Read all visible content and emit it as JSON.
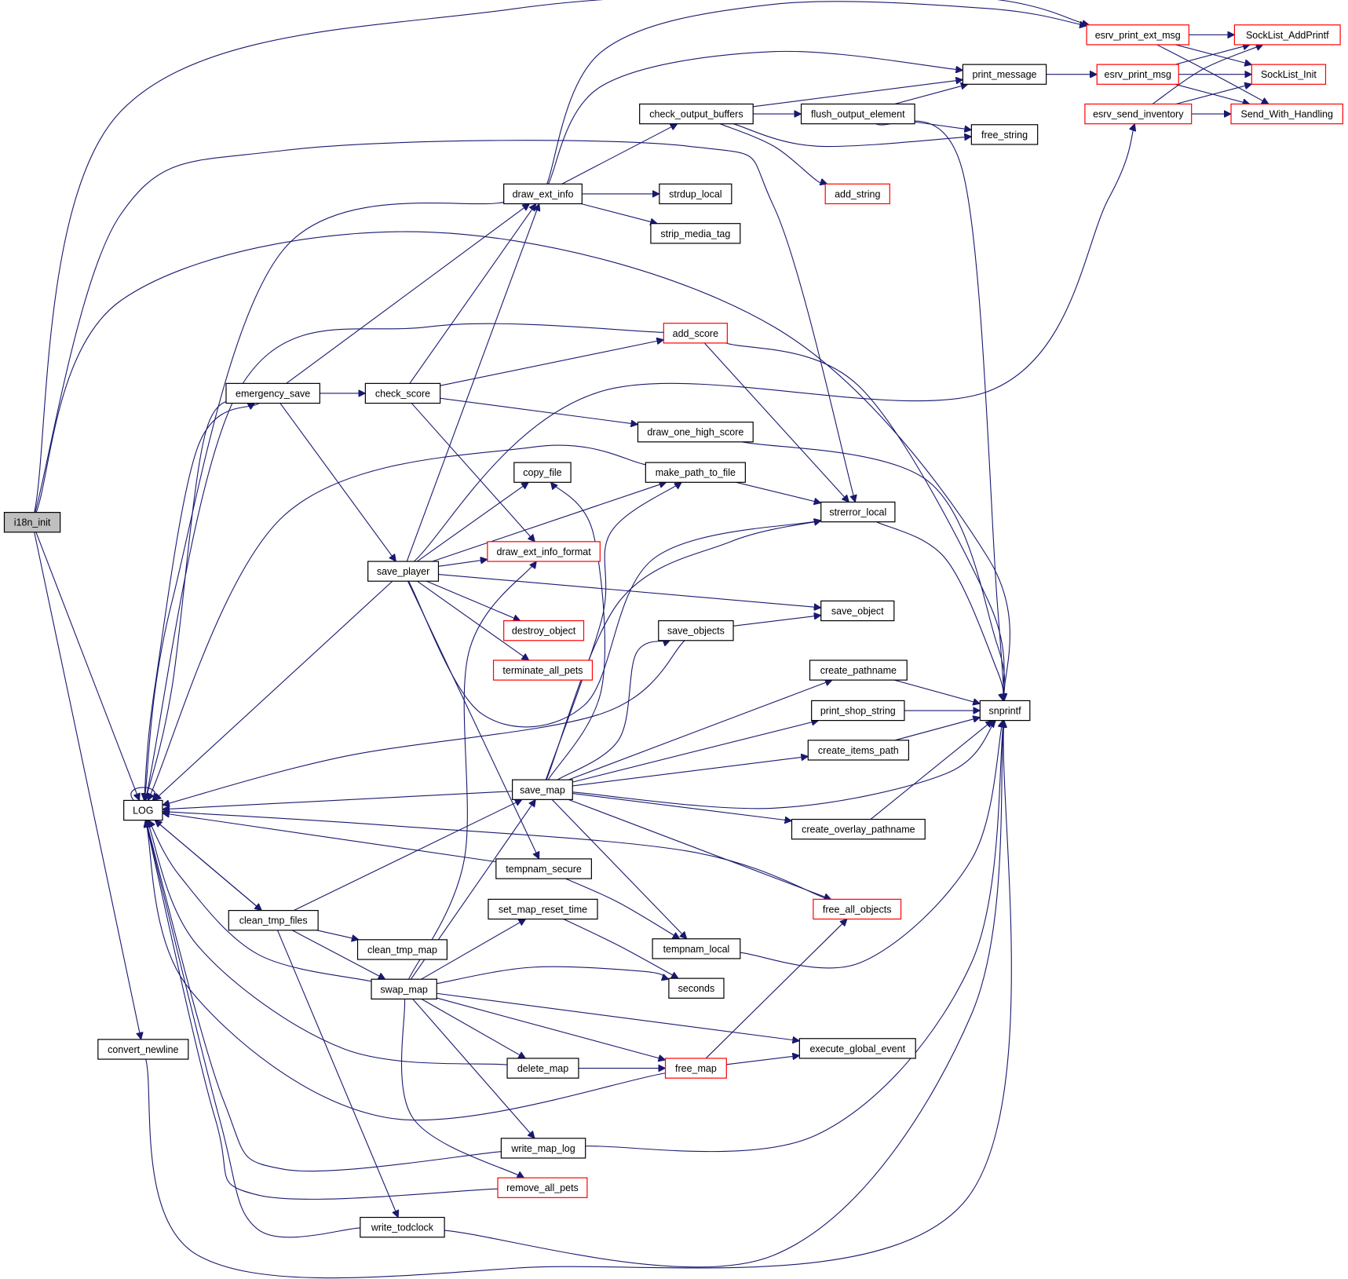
{
  "diagram": {
    "type": "call-graph",
    "root": "i18n_init",
    "colors": {
      "edge": "#191970",
      "node_border": "#000000",
      "external_border": "#ff0000",
      "root_fill": "#bfbfbf",
      "node_fill": "#ffffff"
    },
    "nodes": [
      {
        "id": "i18n_init",
        "label": "i18n_init",
        "kind": "root"
      },
      {
        "id": "LOG",
        "label": "LOG",
        "kind": "normal"
      },
      {
        "id": "convert_newline",
        "label": "convert_newline",
        "kind": "normal"
      },
      {
        "id": "emergency_save",
        "label": "emergency_save",
        "kind": "normal"
      },
      {
        "id": "check_score",
        "label": "check_score",
        "kind": "normal"
      },
      {
        "id": "save_player",
        "label": "save_player",
        "kind": "normal"
      },
      {
        "id": "clean_tmp_files",
        "label": "clean_tmp_files",
        "kind": "normal"
      },
      {
        "id": "clean_tmp_map",
        "label": "clean_tmp_map",
        "kind": "normal"
      },
      {
        "id": "swap_map",
        "label": "swap_map",
        "kind": "normal"
      },
      {
        "id": "write_todclock",
        "label": "write_todclock",
        "kind": "normal"
      },
      {
        "id": "draw_ext_info",
        "label": "draw_ext_info",
        "kind": "normal"
      },
      {
        "id": "strdup_local",
        "label": "strdup_local",
        "kind": "normal"
      },
      {
        "id": "strip_media_tag",
        "label": "strip_media_tag",
        "kind": "normal"
      },
      {
        "id": "check_output_buffers",
        "label": "check_output_buffers",
        "kind": "normal"
      },
      {
        "id": "flush_output_element",
        "label": "flush_output_element",
        "kind": "normal"
      },
      {
        "id": "print_message",
        "label": "print_message",
        "kind": "normal"
      },
      {
        "id": "free_string",
        "label": "free_string",
        "kind": "normal"
      },
      {
        "id": "add_string",
        "label": "add_string",
        "kind": "external"
      },
      {
        "id": "esrv_print_ext_msg",
        "label": "esrv_print_ext_msg",
        "kind": "external"
      },
      {
        "id": "esrv_print_msg",
        "label": "esrv_print_msg",
        "kind": "external"
      },
      {
        "id": "esrv_send_inventory",
        "label": "esrv_send_inventory",
        "kind": "external"
      },
      {
        "id": "SockList_AddPrintf",
        "label": "SockList_AddPrintf",
        "kind": "external"
      },
      {
        "id": "SockList_Init",
        "label": "SockList_Init",
        "kind": "external"
      },
      {
        "id": "Send_With_Handling",
        "label": "Send_With_Handling",
        "kind": "external"
      },
      {
        "id": "add_score",
        "label": "add_score",
        "kind": "external"
      },
      {
        "id": "draw_one_high_score",
        "label": "draw_one_high_score",
        "kind": "normal"
      },
      {
        "id": "copy_file",
        "label": "copy_file",
        "kind": "normal"
      },
      {
        "id": "make_path_to_file",
        "label": "make_path_to_file",
        "kind": "normal"
      },
      {
        "id": "strerror_local",
        "label": "strerror_local",
        "kind": "normal"
      },
      {
        "id": "draw_ext_info_format",
        "label": "draw_ext_info_format",
        "kind": "external"
      },
      {
        "id": "destroy_object",
        "label": "destroy_object",
        "kind": "external"
      },
      {
        "id": "terminate_all_pets",
        "label": "terminate_all_pets",
        "kind": "external"
      },
      {
        "id": "save_object",
        "label": "save_object",
        "kind": "normal"
      },
      {
        "id": "save_objects",
        "label": "save_objects",
        "kind": "normal"
      },
      {
        "id": "create_pathname",
        "label": "create_pathname",
        "kind": "normal"
      },
      {
        "id": "print_shop_string",
        "label": "print_shop_string",
        "kind": "normal"
      },
      {
        "id": "create_items_path",
        "label": "create_items_path",
        "kind": "normal"
      },
      {
        "id": "snprintf",
        "label": "snprintf",
        "kind": "normal"
      },
      {
        "id": "save_map",
        "label": "save_map",
        "kind": "normal"
      },
      {
        "id": "create_overlay_pathname",
        "label": "create_overlay_pathname",
        "kind": "normal"
      },
      {
        "id": "tempnam_secure",
        "label": "tempnam_secure",
        "kind": "normal"
      },
      {
        "id": "free_all_objects",
        "label": "free_all_objects",
        "kind": "external"
      },
      {
        "id": "set_map_reset_time",
        "label": "set_map_reset_time",
        "kind": "normal"
      },
      {
        "id": "tempnam_local",
        "label": "tempnam_local",
        "kind": "normal"
      },
      {
        "id": "seconds",
        "label": "seconds",
        "kind": "normal"
      },
      {
        "id": "execute_global_event",
        "label": "execute_global_event",
        "kind": "normal"
      },
      {
        "id": "delete_map",
        "label": "delete_map",
        "kind": "normal"
      },
      {
        "id": "free_map",
        "label": "free_map",
        "kind": "external"
      },
      {
        "id": "write_map_log",
        "label": "write_map_log",
        "kind": "normal"
      },
      {
        "id": "remove_all_pets",
        "label": "remove_all_pets",
        "kind": "external"
      }
    ],
    "edges": [
      [
        "i18n_init",
        "esrv_print_ext_msg"
      ],
      [
        "i18n_init",
        "strerror_local"
      ],
      [
        "i18n_init",
        "LOG"
      ],
      [
        "i18n_init",
        "convert_newline"
      ],
      [
        "i18n_init",
        "snprintf"
      ],
      [
        "LOG",
        "LOG"
      ],
      [
        "LOG",
        "emergency_save"
      ],
      [
        "LOG",
        "clean_tmp_files"
      ],
      [
        "convert_newline",
        "snprintf"
      ],
      [
        "emergency_save",
        "check_score"
      ],
      [
        "emergency_save",
        "save_player"
      ],
      [
        "emergency_save",
        "draw_ext_info"
      ],
      [
        "emergency_save",
        "LOG"
      ],
      [
        "check_score",
        "add_score"
      ],
      [
        "check_score",
        "draw_one_high_score"
      ],
      [
        "check_score",
        "draw_ext_info"
      ],
      [
        "check_score",
        "draw_ext_info_format"
      ],
      [
        "draw_ext_info",
        "print_message"
      ],
      [
        "draw_ext_info",
        "esrv_print_ext_msg"
      ],
      [
        "draw_ext_info",
        "check_output_buffers"
      ],
      [
        "draw_ext_info",
        "strdup_local"
      ],
      [
        "draw_ext_info",
        "strip_media_tag"
      ],
      [
        "draw_ext_info",
        "LOG"
      ],
      [
        "check_output_buffers",
        "print_message"
      ],
      [
        "check_output_buffers",
        "flush_output_element"
      ],
      [
        "check_output_buffers",
        "free_string"
      ],
      [
        "check_output_buffers",
        "add_string"
      ],
      [
        "flush_output_element",
        "print_message"
      ],
      [
        "flush_output_element",
        "free_string"
      ],
      [
        "flush_output_element",
        "snprintf"
      ],
      [
        "print_message",
        "esrv_print_msg"
      ],
      [
        "esrv_print_ext_msg",
        "SockList_AddPrintf"
      ],
      [
        "esrv_print_ext_msg",
        "SockList_Init"
      ],
      [
        "esrv_print_ext_msg",
        "Send_With_Handling"
      ],
      [
        "esrv_print_msg",
        "SockList_AddPrintf"
      ],
      [
        "esrv_print_msg",
        "SockList_Init"
      ],
      [
        "esrv_print_msg",
        "Send_With_Handling"
      ],
      [
        "esrv_send_inventory",
        "SockList_AddPrintf"
      ],
      [
        "esrv_send_inventory",
        "SockList_Init"
      ],
      [
        "esrv_send_inventory",
        "Send_With_Handling"
      ],
      [
        "add_score",
        "LOG"
      ],
      [
        "add_score",
        "strerror_local"
      ],
      [
        "add_score",
        "snprintf"
      ],
      [
        "draw_one_high_score",
        "snprintf"
      ],
      [
        "save_player",
        "draw_ext_info"
      ],
      [
        "save_player",
        "copy_file"
      ],
      [
        "save_player",
        "make_path_to_file"
      ],
      [
        "save_player",
        "draw_ext_info_format"
      ],
      [
        "save_player",
        "destroy_object"
      ],
      [
        "save_player",
        "terminate_all_pets"
      ],
      [
        "save_player",
        "save_object"
      ],
      [
        "save_player",
        "esrv_send_inventory"
      ],
      [
        "save_player",
        "strerror_local"
      ],
      [
        "save_player",
        "tempnam_secure"
      ],
      [
        "save_player",
        "LOG"
      ],
      [
        "make_path_to_file",
        "strerror_local"
      ],
      [
        "make_path_to_file",
        "LOG"
      ],
      [
        "strerror_local",
        "snprintf"
      ],
      [
        "save_objects",
        "save_object"
      ],
      [
        "save_objects",
        "LOG"
      ],
      [
        "create_pathname",
        "snprintf"
      ],
      [
        "print_shop_string",
        "snprintf"
      ],
      [
        "create_items_path",
        "snprintf"
      ],
      [
        "create_overlay_pathname",
        "snprintf"
      ],
      [
        "save_map",
        "LOG"
      ],
      [
        "save_map",
        "create_pathname"
      ],
      [
        "save_map",
        "print_shop_string"
      ],
      [
        "save_map",
        "create_items_path"
      ],
      [
        "save_map",
        "snprintf"
      ],
      [
        "save_map",
        "create_overlay_pathname"
      ],
      [
        "save_map",
        "free_all_objects"
      ],
      [
        "save_map",
        "tempnam_local"
      ],
      [
        "save_map",
        "save_objects"
      ],
      [
        "save_map",
        "make_path_to_file"
      ],
      [
        "save_map",
        "strerror_local"
      ],
      [
        "save_map",
        "copy_file"
      ],
      [
        "free_all_objects",
        "LOG"
      ],
      [
        "tempnam_secure",
        "LOG"
      ],
      [
        "tempnam_secure",
        "tempnam_local"
      ],
      [
        "tempnam_local",
        "snprintf"
      ],
      [
        "set_map_reset_time",
        "seconds"
      ],
      [
        "clean_tmp_files",
        "LOG"
      ],
      [
        "clean_tmp_files",
        "save_map"
      ],
      [
        "clean_tmp_files",
        "clean_tmp_map"
      ],
      [
        "clean_tmp_files",
        "swap_map"
      ],
      [
        "clean_tmp_files",
        "write_todclock"
      ],
      [
        "swap_map",
        "LOG"
      ],
      [
        "swap_map",
        "save_map"
      ],
      [
        "swap_map",
        "set_map_reset_time"
      ],
      [
        "swap_map",
        "seconds"
      ],
      [
        "swap_map",
        "execute_global_event"
      ],
      [
        "swap_map",
        "delete_map"
      ],
      [
        "swap_map",
        "free_map"
      ],
      [
        "swap_map",
        "write_map_log"
      ],
      [
        "swap_map",
        "remove_all_pets"
      ],
      [
        "swap_map",
        "draw_ext_info_format"
      ],
      [
        "delete_map",
        "free_map"
      ],
      [
        "delete_map",
        "LOG"
      ],
      [
        "free_map",
        "free_all_objects"
      ],
      [
        "free_map",
        "execute_global_event"
      ],
      [
        "free_map",
        "LOG"
      ],
      [
        "write_map_log",
        "LOG"
      ],
      [
        "write_map_log",
        "snprintf"
      ],
      [
        "remove_all_pets",
        "LOG"
      ],
      [
        "write_todclock",
        "LOG"
      ],
      [
        "write_todclock",
        "snprintf"
      ]
    ]
  }
}
